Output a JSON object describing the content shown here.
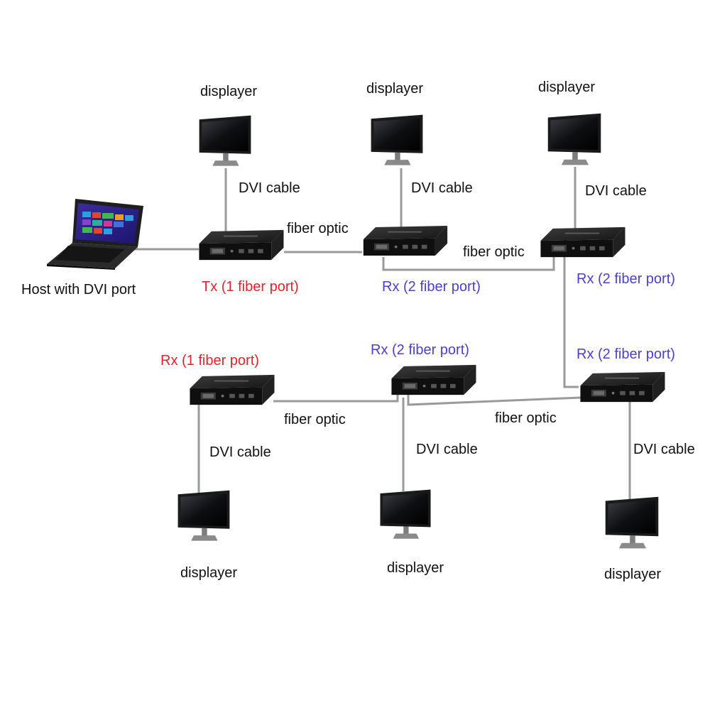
{
  "colors": {
    "text": "#111111",
    "tx_red": "#e8202a",
    "rx_red": "#e8202a",
    "rx_blue": "#4a3fcf",
    "cable": "#9a9a9a",
    "device": "#1c1c1c"
  },
  "labels": {
    "host": "Host with DVI port",
    "displayer": "displayer",
    "dvi_cable": "DVI cable",
    "fiber_optic": "fiber optic",
    "tx_1_fiber": "Tx (1 fiber port)",
    "rx_2_fiber": "Rx (2 fiber port)",
    "rx_1_fiber": "Rx (1 fiber port)"
  },
  "icons": {
    "host": "laptop-icon",
    "monitor": "monitor-icon",
    "extender": "extender-box-icon"
  }
}
